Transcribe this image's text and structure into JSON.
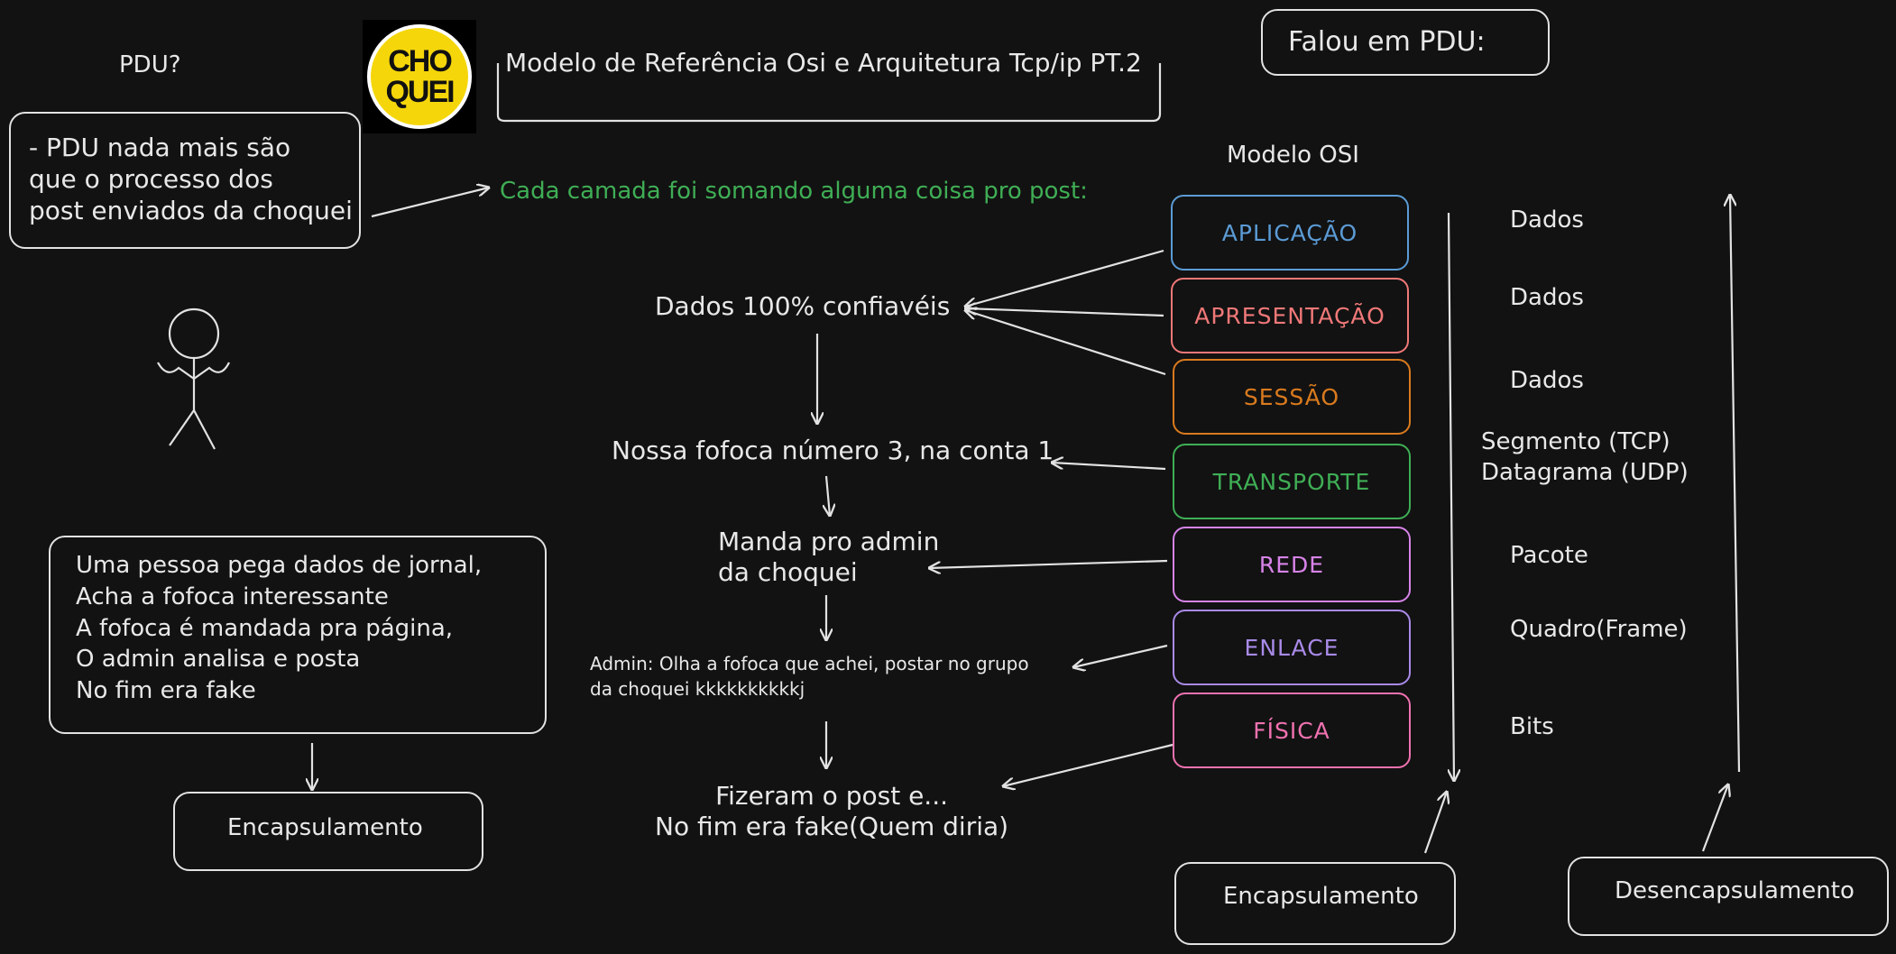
{
  "header": {
    "pdu_question": "PDU?",
    "logo_text_line1": "CHO",
    "logo_text_line2": "QUEI",
    "title": "Modelo de Referência Osi e Arquitetura Tcp/ip PT.2",
    "falou_label": "Falou em PDU:"
  },
  "left": {
    "pdu_explanation": "- PDU nada mais são\nque o processo dos\npost enviados da choquei",
    "cada_camada": "Cada camada foi somando alguma coisa pro post:",
    "story_box": "Uma pessoa pega dados de jornal,\nAcha a fofoca interessante\nA fofoca é mandada pra página,\nO admin analisa e posta\nNo fim era fake",
    "encapsulamento_left": "Encapsulamento"
  },
  "flow": {
    "step1": "Dados 100% confiavéis",
    "step2": "Nossa fofoca número 3, na conta 1",
    "step3": "Manda pro admin\nda choquei",
    "step4": "Admin: Olha a fofoca que achei, postar no grupo\nda choquei kkkkkkkkkkj",
    "step5": "Fizeram o post e...\nNo fim era fake(Quem diria)"
  },
  "osi": {
    "title": "Modelo OSI",
    "layers": [
      {
        "label": "APLICAÇÃO",
        "color": "#5b9bd5",
        "pdu": "Dados"
      },
      {
        "label": "APRESENTAÇÃO",
        "color": "#f07878",
        "pdu": "Dados"
      },
      {
        "label": "SESSÃO",
        "color": "#d97a1e",
        "pdu": "Dados"
      },
      {
        "label": "TRANSPORTE",
        "color": "#3fae55",
        "pdu": "Segmento (TCP)\nDatagrama (UDP)"
      },
      {
        "label": "REDE",
        "color": "#d783e8",
        "pdu": "Pacote"
      },
      {
        "label": "ENLACE",
        "color": "#a98ae8",
        "pdu": "Quadro(Frame)"
      },
      {
        "label": "FÍSICA",
        "color": "#ef72b0",
        "pdu": "Bits"
      }
    ],
    "encapsulamento": "Encapsulamento",
    "desencapsulamento": "Desencapsulamento"
  },
  "colors": {
    "background": "#121212",
    "stroke": "#e2e2e2",
    "green_text": "#3fae55",
    "logo_yellow": "#f5d60a"
  }
}
